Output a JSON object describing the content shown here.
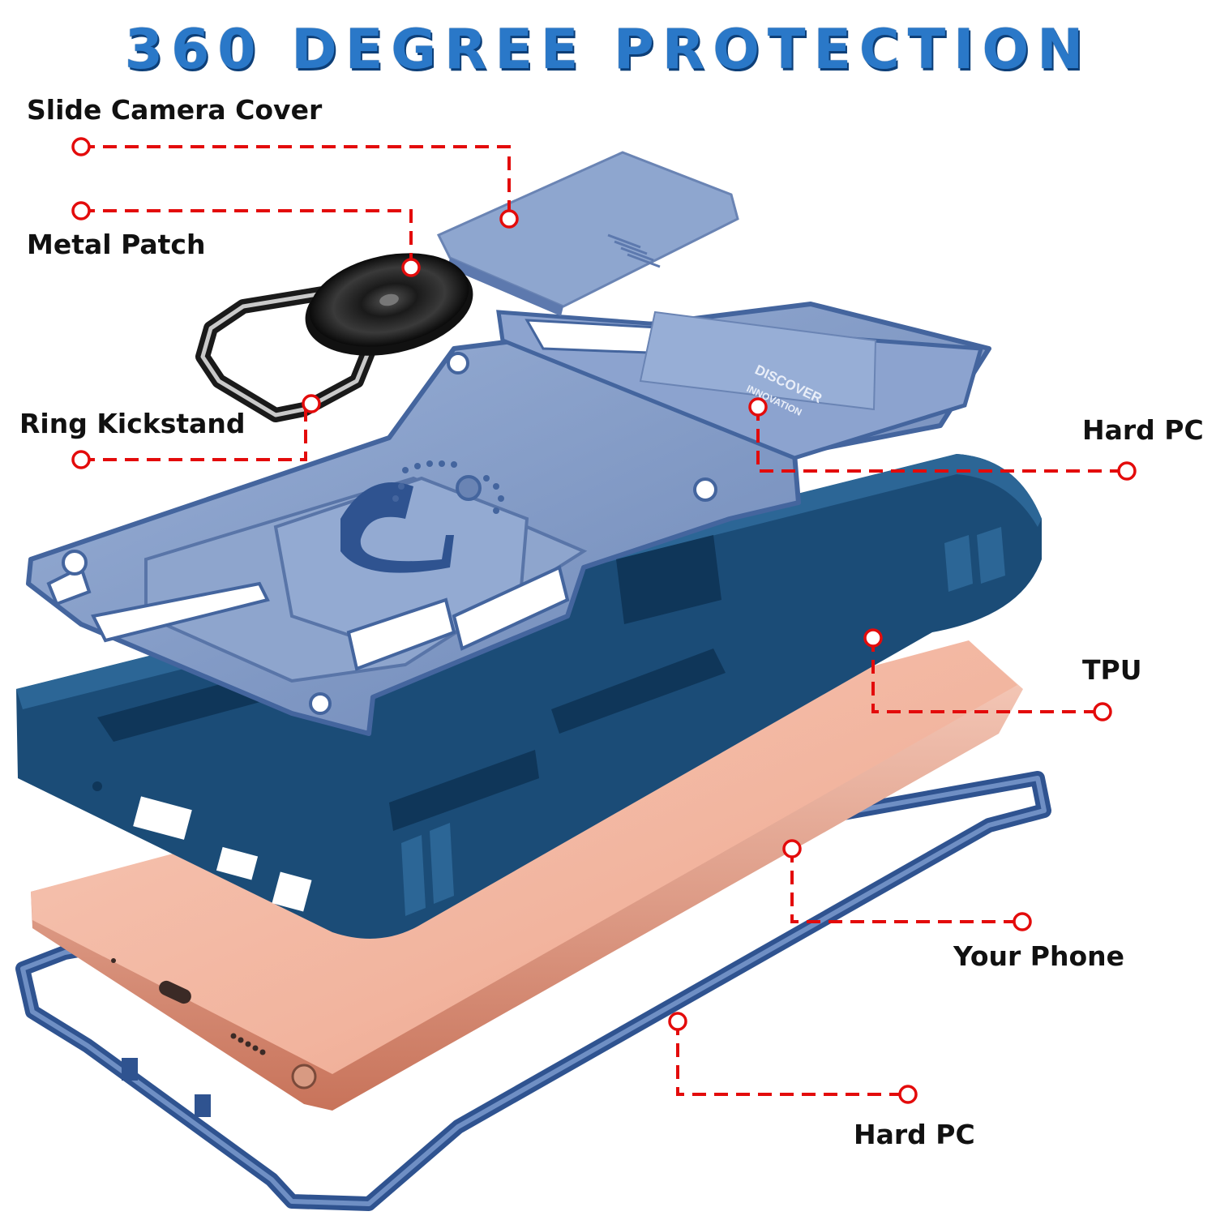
{
  "headline": "360 DEGREE PROTECTION",
  "labels": {
    "slide_camera_cover": "Slide Camera Cover",
    "metal_patch": "Metal Patch",
    "ring_kickstand": "Ring Kickstand",
    "hard_pc_top": "Hard PC",
    "tpu": "TPU",
    "your_phone": "Your Phone",
    "hard_pc_bottom": "Hard PC"
  },
  "engraving": {
    "line1": "DISCOVER",
    "line2": "INNOVATION"
  },
  "colors": {
    "headline": "#2a78c8",
    "guide_line": "#e30b0b",
    "case_blue": "#7f98c4",
    "tpu_navy": "#1c4f7a",
    "phone_copper": "#f3b9a3"
  }
}
